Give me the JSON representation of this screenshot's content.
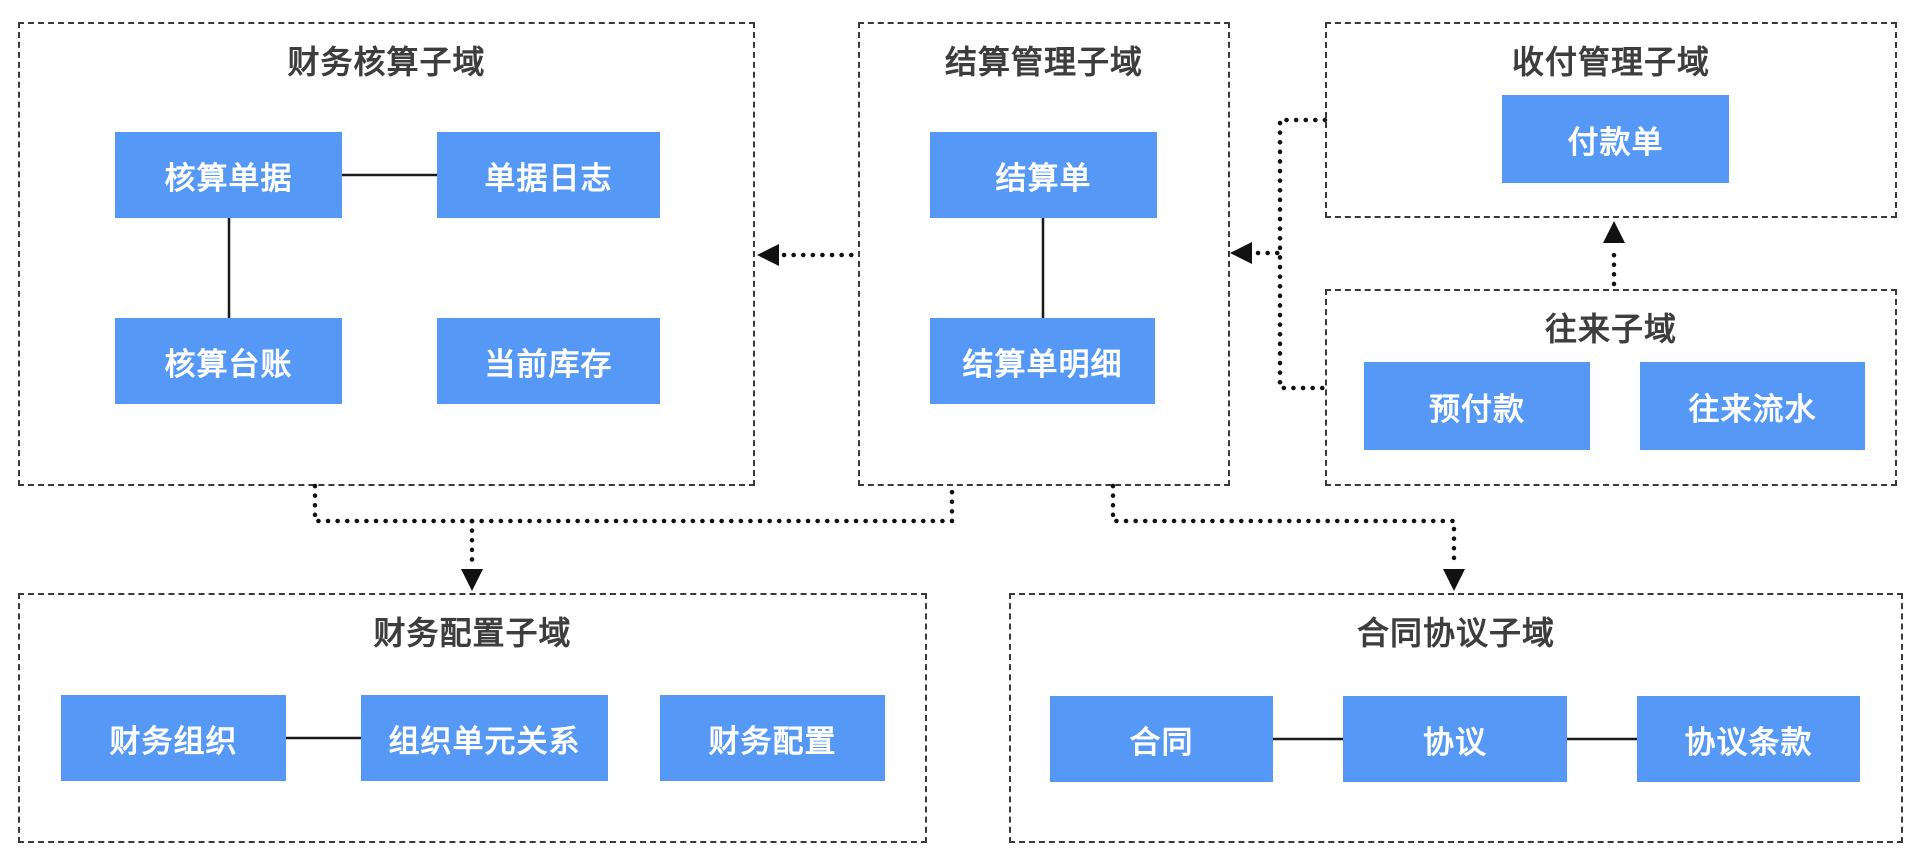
{
  "domains": [
    {
      "title": "财务核算子域",
      "entities": [
        {
          "label": "核算单据"
        },
        {
          "label": "单据日志"
        },
        {
          "label": "核算台账"
        },
        {
          "label": "当前库存"
        }
      ]
    },
    {
      "title": "结算管理子域",
      "entities": [
        {
          "label": "结算单"
        },
        {
          "label": "结算单明细"
        }
      ]
    },
    {
      "title": "收付管理子域",
      "entities": [
        {
          "label": "付款单"
        }
      ]
    },
    {
      "title": "往来子域",
      "entities": [
        {
          "label": "预付款"
        },
        {
          "label": "往来流水"
        }
      ]
    },
    {
      "title": "财务配置子域",
      "entities": [
        {
          "label": "财务组织"
        },
        {
          "label": "组织单元关系"
        },
        {
          "label": "财务配置"
        }
      ]
    },
    {
      "title": "合同协议子域",
      "entities": [
        {
          "label": "合同"
        },
        {
          "label": "协议"
        },
        {
          "label": "协议条款"
        }
      ]
    }
  ],
  "colors": {
    "entity_fill": "#5598F6",
    "entity_text": "#FFFFFF",
    "domain_border": "#3A3A3A",
    "domain_title_text": "#3D3D3D",
    "connector_line": "#111111",
    "background": "#FFFFFF"
  }
}
